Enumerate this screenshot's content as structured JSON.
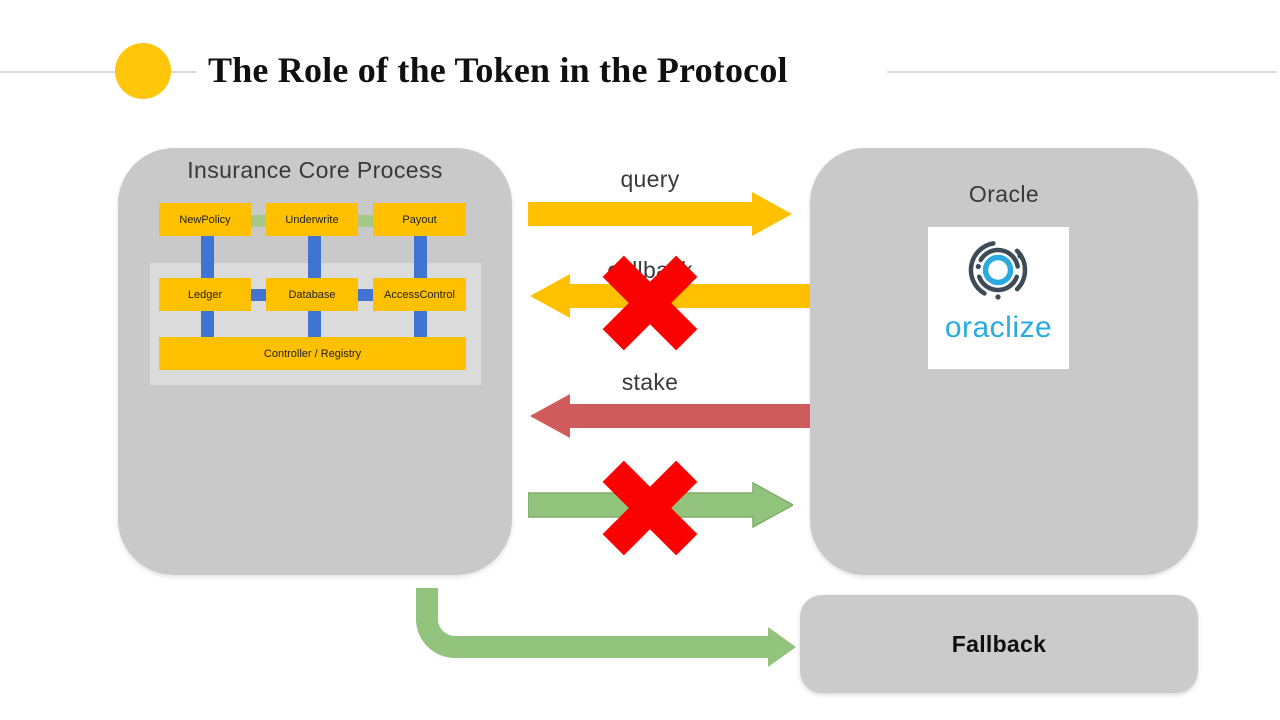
{
  "slide": {
    "title": "The Role of the Token in the Protocol"
  },
  "insurance_panel": {
    "title": "Insurance Core Process",
    "top_modules": [
      "NewPolicy",
      "Underwrite",
      "Payout"
    ],
    "mid_modules": [
      "Ledger",
      "Database",
      "AccessControl"
    ],
    "base_module": "Controller / Registry"
  },
  "oracle_panel": {
    "title": "Oracle",
    "logo_text": "oraclize"
  },
  "arrows": {
    "query": {
      "label": "query",
      "direction": "right",
      "color": "#FFC000",
      "crossed_out": false
    },
    "callback": {
      "label": "callback",
      "direction": "left",
      "color": "#FFC000",
      "crossed_out": true
    },
    "stake": {
      "label": "stake",
      "direction": "left",
      "color": "#CF5B5B",
      "crossed_out": false
    },
    "unlabeled_green": {
      "label": "",
      "direction": "right",
      "color": "#93C47D",
      "crossed_out": true
    },
    "fallback_elbow": {
      "label": "",
      "direction": "down-then-right",
      "color": "#93C47D",
      "crossed_out": false
    }
  },
  "fallback_panel": {
    "label": "Fallback"
  },
  "icons": {
    "cross_icon": "red-x-cross",
    "oraclize_logo_icon": "circular-arcs-mark",
    "bullet_icon": "yellow-circle"
  },
  "colors": {
    "accent_gold": "#FFC000",
    "panel_gray": "#C9C9C9",
    "inner_gray": "#DBDBDB",
    "module_blue": "#4173D2",
    "link_green": "#93C47D",
    "pale_green": "#A5C98A",
    "stake_red": "#CF5B5B",
    "cross_red": "#FA0202",
    "oraclize_blue": "#29ABE2"
  }
}
